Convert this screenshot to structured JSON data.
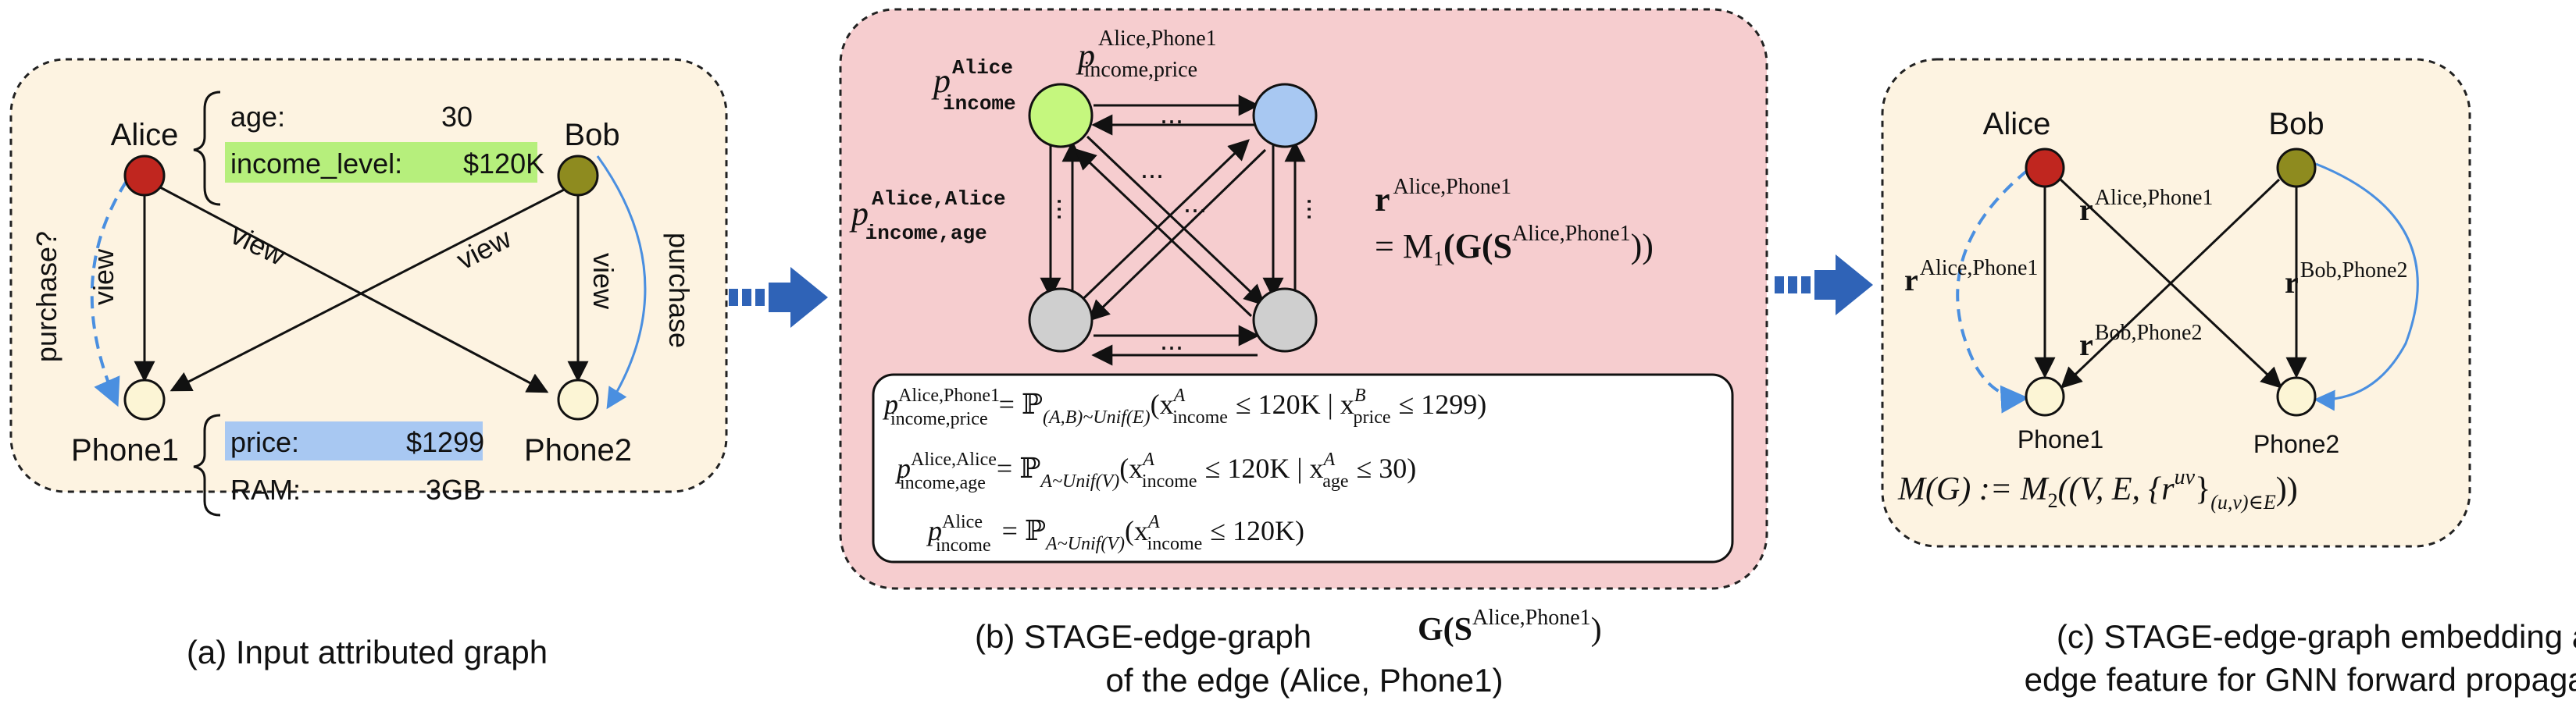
{
  "colors": {
    "panel_a_bg": "#fdf3e1",
    "panel_b_bg": "#f6cdcf",
    "panel_c_bg": "#fdf3e1",
    "alice_node": "#c0261f",
    "bob_node": "#8e8b1f",
    "item_node": "#fcf5d5",
    "income_node": "#c5f77e",
    "price_node": "#a8c8f2",
    "other_node": "#cfcfcf",
    "income_highlight": "#b6ef7c",
    "price_highlight": "#a8c8f2",
    "purchase_edge": "#4a8fe0",
    "big_arrow": "#2f63b7"
  },
  "panel_a": {
    "nodes": {
      "alice": "Alice",
      "bob": "Bob",
      "phone1": "Phone1",
      "phone2": "Phone2"
    },
    "edges": {
      "view": "view",
      "purchase": "purchase",
      "purchase_query": "purchase?"
    },
    "alice_attrs": [
      {
        "key": "age:",
        "value": "30"
      },
      {
        "key": "income_level:",
        "value": "$120K"
      }
    ],
    "phone1_attrs": [
      {
        "key": "price:",
        "value": "$1299"
      },
      {
        "key": "RAM:",
        "value": "3GB"
      }
    ],
    "caption": "(a) Input attributed graph"
  },
  "panel_b": {
    "ellipsis": "...",
    "node_labels": {
      "income_p": "p",
      "income_sup": "Alice",
      "income_sub": "income",
      "pair_p": "p",
      "pair_sup": "Alice,Phone1",
      "pair_sub": "income,price",
      "age_p": "p",
      "age_sup": "Alice,Alice",
      "age_sub": "income,age"
    },
    "r_def": {
      "r": "r",
      "r_sup": "Alice,Phone1",
      "rhs": "= M",
      "rhs_sub": "1",
      "paren": "(G(S",
      "paren_sup": "Alice,Phone1",
      "close": "))"
    },
    "formulas": [
      {
        "p": "p",
        "sup": "Alice,Phone1",
        "sub": "income,price",
        "eq": "= ℙ",
        "eq_sub": "(A,B)~Unif(E)",
        "body": "(x",
        "x1_sup": "A",
        "x1_sub": "income",
        "mid": "≤ 120K | x",
        "x2_sup": "B",
        "x2_sub": "price",
        "tail": "≤ 1299)"
      },
      {
        "p": "p",
        "sup": "Alice,Alice",
        "sub": "income,age",
        "eq": "= ℙ",
        "eq_sub": "A~Unif(V)",
        "body": "(x",
        "x1_sup": "A",
        "x1_sub": "income",
        "mid": "≤ 120K | x",
        "x2_sup": "A",
        "x2_sub": "age",
        "tail": "≤ 30)"
      },
      {
        "p": "p",
        "sup": "Alice",
        "sub": "income",
        "eq": "= ℙ",
        "eq_sub": "A~Unif(V)",
        "body": "(x",
        "x1_sup": "A",
        "x1_sub": "income",
        "mid": "≤ 120K)",
        "x2_sup": "",
        "x2_sub": "",
        "tail": ""
      }
    ],
    "caption_line1": "(b) STAGE-edge-graph",
    "caption_line2": "of the edge (Alice, Phone1)",
    "caption_math": "G(S",
    "caption_math_sup": "Alice,Phone1",
    "caption_math_close": ")"
  },
  "panel_c": {
    "nodes": {
      "alice": "Alice",
      "bob": "Bob",
      "phone1": "Phone1",
      "phone2": "Phone2"
    },
    "edge_labels": {
      "r": "r",
      "alice_phone2_sup": "Alice,Phone1",
      "alice_phone1_sup": "Alice,Phone1",
      "bob_phone1_sup": "Bob,Phone2",
      "bob_phone2_sup": "Bob,Phone2"
    },
    "formula": {
      "lhs": "M(G) := M",
      "sub": "2",
      "body": "((V, E, {r",
      "sup": "uv",
      "close": "}",
      "close_sub": "(u,v)∈E",
      "end": "))"
    },
    "caption_line1": "(c) STAGE-edge-graph embedding as",
    "caption_line2": "edge feature for GNN forward propagation"
  }
}
